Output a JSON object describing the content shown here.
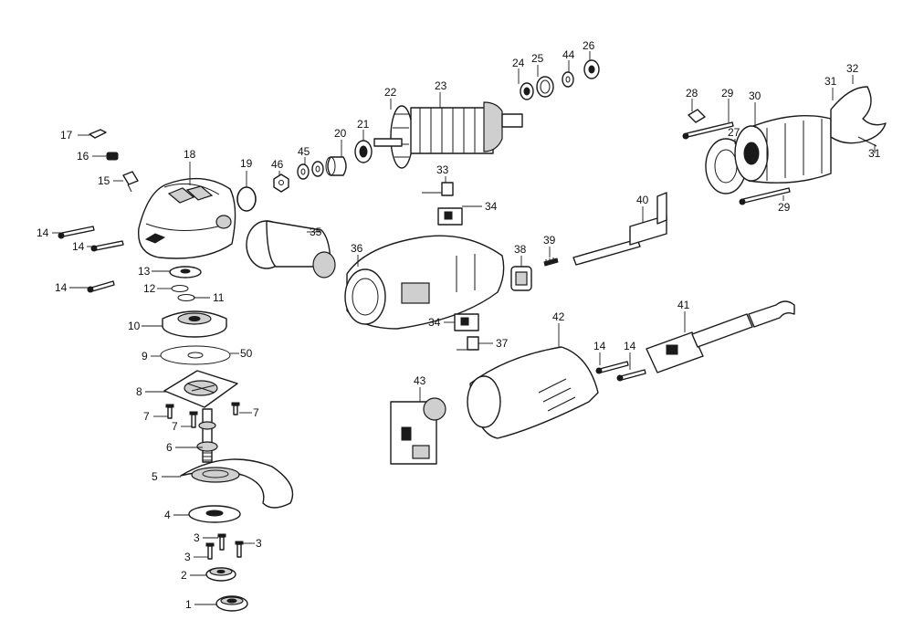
{
  "labels": {
    "p1": "1",
    "p2": "2",
    "p3a": "3",
    "p3b": "3",
    "p3c": "3",
    "p4": "4",
    "p5": "5",
    "p6": "6",
    "p7a": "7",
    "p7b": "7",
    "p7c": "7",
    "p8": "8",
    "p9": "9",
    "p10": "10",
    "p11": "11",
    "p12": "12",
    "p13": "13",
    "p14a": "14",
    "p14b": "14",
    "p14c": "14",
    "p14d": "14",
    "p14e": "14",
    "p15": "15",
    "p16": "16",
    "p17": "17",
    "p18": "18",
    "p19": "19",
    "p20": "20",
    "p21": "21",
    "p22": "22",
    "p23": "23",
    "p24": "24",
    "p25": "25",
    "p26": "26",
    "p27": "27",
    "p28": "28",
    "p29a": "29",
    "p29b": "29",
    "p30": "30",
    "p31a": "31",
    "p31b": "31",
    "p32": "32",
    "p33": "33",
    "p34a": "34",
    "p34b": "34",
    "p35": "35",
    "p36": "36",
    "p37": "37",
    "p38": "38",
    "p39": "39",
    "p40": "40",
    "p41": "41",
    "p42": "42",
    "p43": "43",
    "p44": "44",
    "p45": "45",
    "p46": "46",
    "p50": "50"
  }
}
